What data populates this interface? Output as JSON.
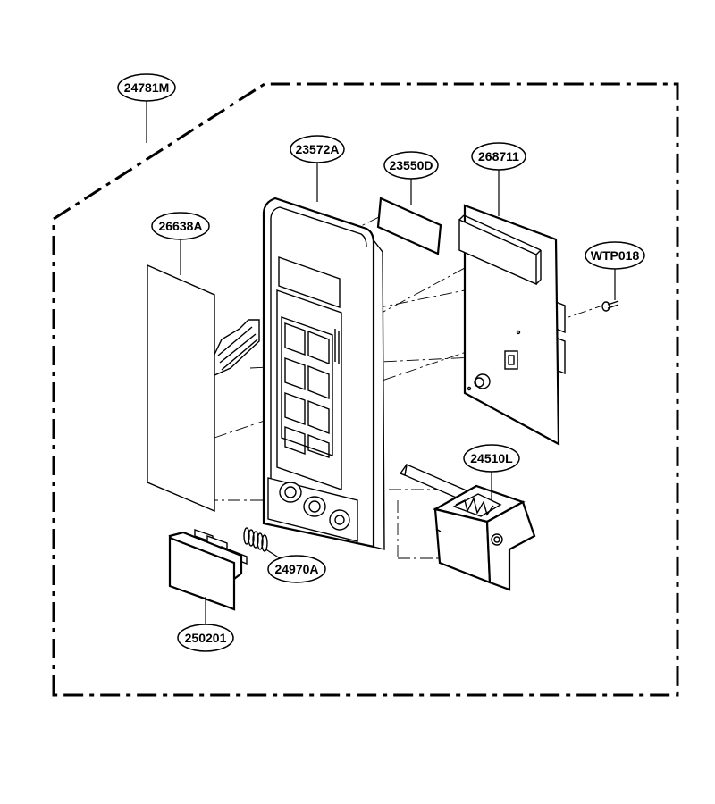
{
  "diagram": {
    "labels": {
      "assembly": "24781M",
      "control_panel": "23572A",
      "display_window": "23550D",
      "pcb": "268711",
      "membrane_switch": "26638A",
      "screw": "WTP018",
      "door_latch_lever": "24510L",
      "spring": "24970A",
      "door_button": "250201"
    }
  }
}
